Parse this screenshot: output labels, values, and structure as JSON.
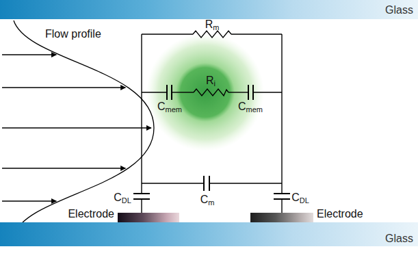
{
  "diagram": {
    "nodes": [
      {
        "text": [
          "Glass"
        ]
      },
      {
        "text": [
          "Ri",
          "Cmem",
          "Cmem"
        ]
      },
      {
        "text": [
          "Electrode"
        ]
      },
      {
        "text": [
          "Electrode"
        ]
      },
      {
        "text": [
          "Glass"
        ]
      }
    ],
    "labels": [
      "Flow profile",
      "Rm",
      "CDL",
      "Cm",
      "CDL"
    ]
  }
}
